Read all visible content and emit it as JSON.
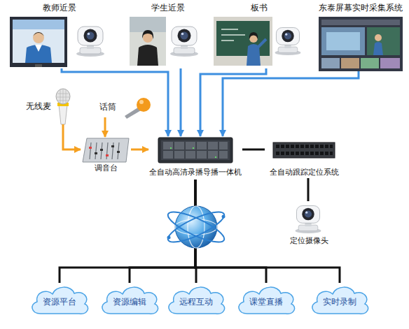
{
  "diagram": {
    "nodes": [
      {
        "text": [
          "教师近景"
        ]
      },
      {
        "text": [
          "学生近景"
        ]
      },
      {
        "text": [
          "板书"
        ]
      },
      {
        "text": [
          "东泰屏幕实时采集系统"
        ]
      },
      {
        "text": [
          "无线麦"
        ]
      },
      {
        "text": [
          "话筒"
        ]
      },
      {
        "text": [
          "调音台"
        ]
      },
      {
        "text": [
          "全自动高清录播导播一体机"
        ]
      },
      {
        "text": [
          "全自动跟踪定位系统"
        ]
      },
      {
        "text": [
          "定位摄像头"
        ]
      },
      {
        "text": [
          "资源平台"
        ]
      },
      {
        "text": [
          "资源编辑"
        ]
      },
      {
        "text": [
          "远程互动"
        ]
      },
      {
        "text": [
          "课堂直播"
        ]
      },
      {
        "text": [
          "实时录制"
        ]
      }
    ],
    "edges": [
      {
        "from": 0,
        "to": 7,
        "arrow": "to"
      },
      {
        "from": 1,
        "to": 7,
        "arrow": "to"
      },
      {
        "from": 2,
        "to": 7,
        "arrow": "to"
      },
      {
        "from": 3,
        "to": 7,
        "arrow": "to"
      },
      {
        "from": 4,
        "to": 6,
        "arrow": "to"
      },
      {
        "from": 5,
        "to": 6,
        "arrow": "to"
      },
      {
        "from": 6,
        "to": 7,
        "arrow": "to"
      },
      {
        "from": 7,
        "to": 8,
        "arrow": "none"
      },
      {
        "from": 8,
        "to": 9,
        "arrow": "none"
      },
      {
        "from": 7,
        "to": 10,
        "arrow": "none"
      },
      {
        "from": 7,
        "to": 11,
        "arrow": "none"
      },
      {
        "from": 7,
        "to": 12,
        "arrow": "none"
      },
      {
        "from": 7,
        "to": 13,
        "arrow": "none"
      },
      {
        "from": 7,
        "to": 14,
        "arrow": "none"
      }
    ]
  }
}
